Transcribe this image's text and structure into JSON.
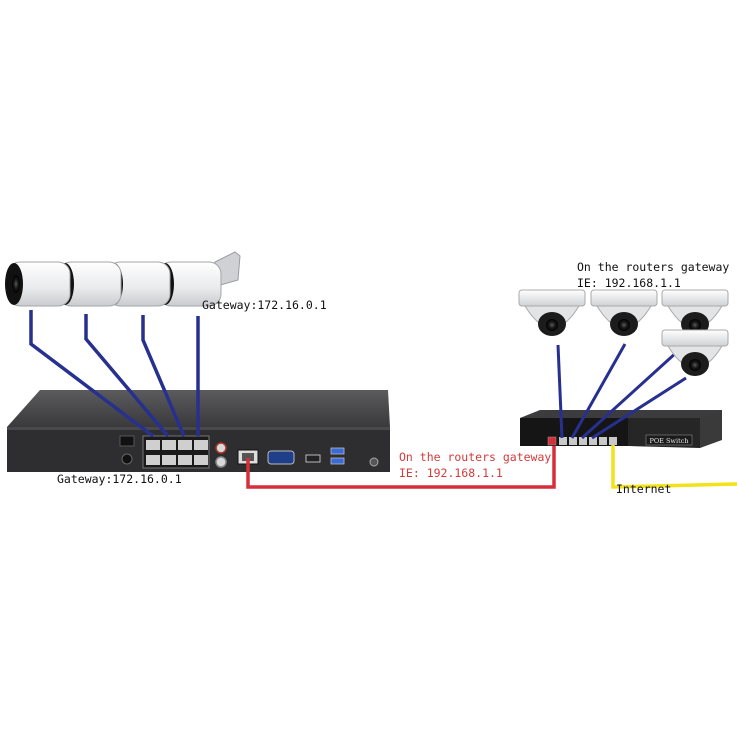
{
  "labels": {
    "camera_gateway": "Gateway:172.16.0.1",
    "nvr_gateway": "Gateway:172.16.0.1",
    "router_gateway_red_line1": "On the routers gateway",
    "router_gateway_red_line2": "IE: 192.168.1.1",
    "router_gateway_right_line1": "On the routers gateway",
    "router_gateway_right_line2": "IE: 192.168.1.1",
    "internet": "Internet",
    "switch_badge": "POE Switch"
  },
  "colors": {
    "nvr_cable": "#27308f",
    "poe_cable": "#27308f",
    "uplink_cable": "#d62f3b",
    "internet_cable": "#f2e21a",
    "label_red": "#d43b3b",
    "device_body": "#2b2b2b"
  }
}
